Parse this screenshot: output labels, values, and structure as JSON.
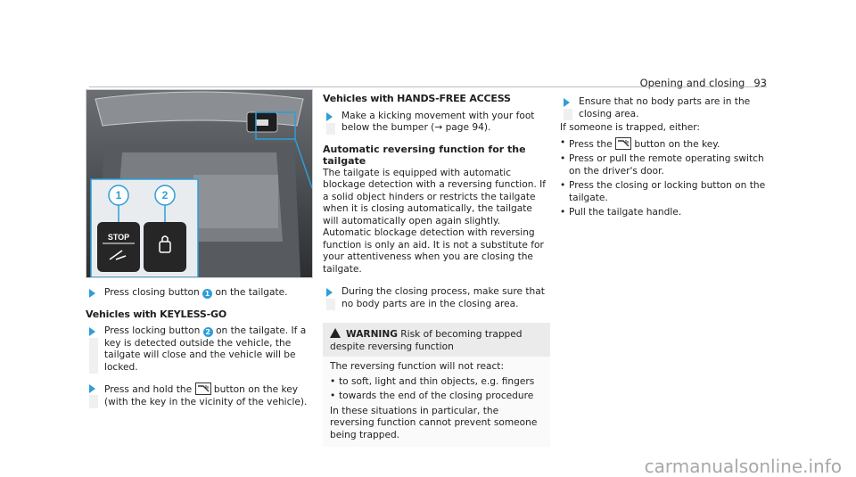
{
  "header": {
    "title": "Opening and closing",
    "page": "93"
  },
  "col1": {
    "figure": {
      "callout_1": "1",
      "callout_2": "2",
      "stop_label": "STOP"
    },
    "step1": {
      "pre": "Press closing button ",
      "callout": "1",
      "post": " on the tailgate."
    },
    "heading": "Vehicles with KEYLESS-GO",
    "step2": {
      "pre": "Press locking button ",
      "callout": "2",
      "post": " on the tailgate. If a key is detected outside the vehicle, the tailgate will close and the vehicle will be locked."
    },
    "step3": {
      "pre": "Press and hold the ",
      "icon": "tailgate-key-icon",
      "post": " button on the key (with the key in the vicinity of the vehicle)."
    }
  },
  "col2": {
    "heading": "Vehicles with HANDS-FREE ACCESS",
    "step1": {
      "pre": "Make a kicking movement with your foot below the bumper (",
      "arrow": "→",
      "post": " page 94)."
    },
    "subheading": "Automatic reversing function for the tailgate",
    "body": "The tailgate is equipped with automatic blockage detection with a reversing function. If a solid object hinders or restricts the tailgate when it is closing automatically, the tailgate will automatically open again slightly. Automatic blockage detection with reversing function is only an aid. It is not a substitute for your attentiveness when you are closing the tailgate.",
    "step2": "During the closing process, make sure that no body parts are in the closing area.",
    "warning": {
      "label": "WARNING",
      "title": " Risk of becoming trapped despite reversing function",
      "intro": "The reversing function will not react:",
      "items": [
        "to soft, light and thin objects, e.g. fingers",
        "towards the end of the closing procedure"
      ],
      "outro": "In these situations in particular, the reversing function cannot prevent someone being trapped."
    }
  },
  "col3": {
    "step1": "Ensure that no body parts are in the closing area.",
    "intro": "If someone is trapped, either:",
    "items": [
      {
        "pre": "Press the ",
        "icon": "tailgate-key-icon",
        "post": " button on the key."
      },
      {
        "text": "Press or pull the remote operating switch on the driver's door."
      },
      {
        "text": "Press the closing or locking button on the tailgate."
      },
      {
        "text": "Pull the tailgate handle."
      }
    ]
  },
  "watermark": "carmanualsonline.info",
  "colors": {
    "accent": "#2e9ed8",
    "figure_bg": "#3a3d41"
  }
}
